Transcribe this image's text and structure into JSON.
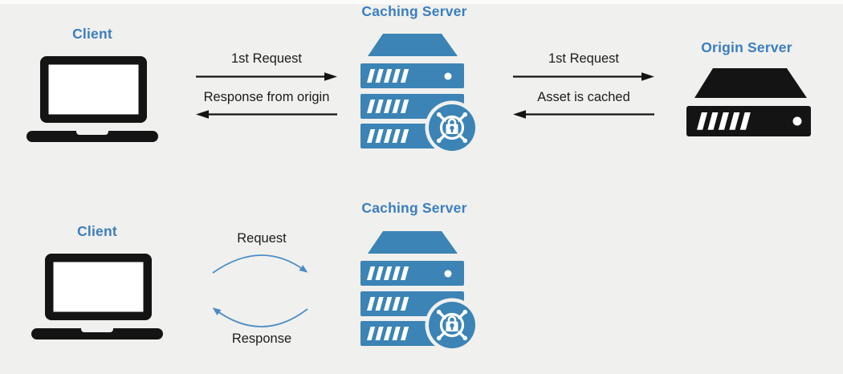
{
  "colors": {
    "bg": "#f0f0ee",
    "icon_blue": "#3b84b5",
    "label_blue": "#3a7ec0",
    "ink": "#141414",
    "arrow_blue": "#4b8cc6",
    "screen_white": "#ffffff"
  },
  "top_flow": {
    "client": {
      "label": "Client"
    },
    "caching_server": {
      "label": "Caching Server"
    },
    "origin_server": {
      "label": "Origin Server"
    },
    "client_to_cache": {
      "forward": "1st Request",
      "back": "Response from origin"
    },
    "cache_to_origin": {
      "forward": "1st Request",
      "back": "Asset is cached"
    }
  },
  "bottom_flow": {
    "client": {
      "label": "Client"
    },
    "caching_server": {
      "label": "Caching Server"
    },
    "cycle": {
      "request": "Request",
      "response": "Response"
    }
  }
}
